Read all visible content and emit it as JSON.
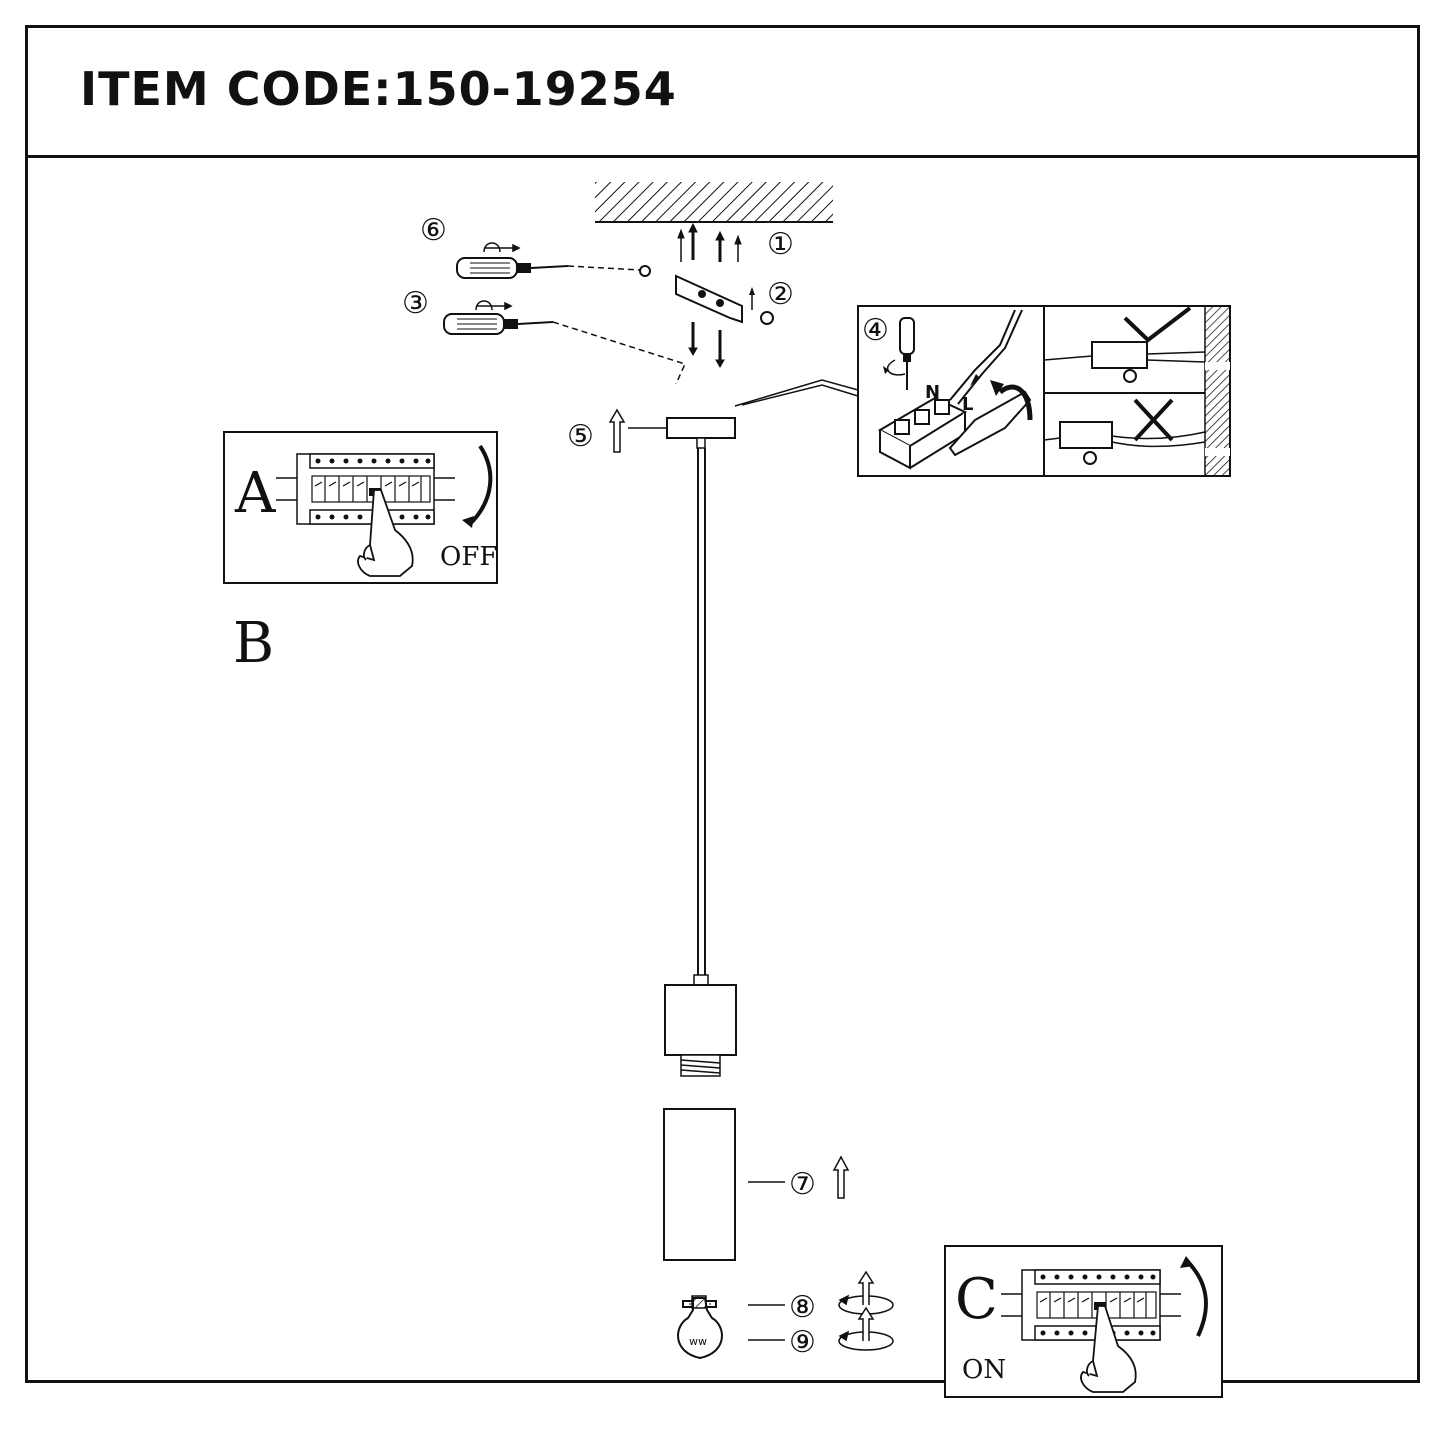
{
  "header": {
    "item_code": "ITEM CODE:150-19254"
  },
  "panels": {
    "a": {
      "letter": "A",
      "state": "OFF"
    },
    "b": {
      "letter": "B"
    },
    "c": {
      "letter": "C",
      "state": "ON"
    }
  },
  "steps": {
    "s1": "①",
    "s2": "②",
    "s3": "③",
    "s4": "④",
    "s5": "⑤",
    "s6": "⑥",
    "s7": "⑦",
    "s8": "⑧",
    "s9": "⑨"
  },
  "terminal_labels": {
    "neutral": "N",
    "live": "L"
  },
  "bulb_label": "ww",
  "icons": [
    "screwdriver-icon",
    "screw-icon",
    "circuit-breaker-icon",
    "hand-icon",
    "check-icon",
    "cross-icon",
    "light-bulb-icon",
    "rotate-arrow-icon"
  ],
  "colors": {
    "ink": "#111111",
    "background": "#ffffff"
  }
}
